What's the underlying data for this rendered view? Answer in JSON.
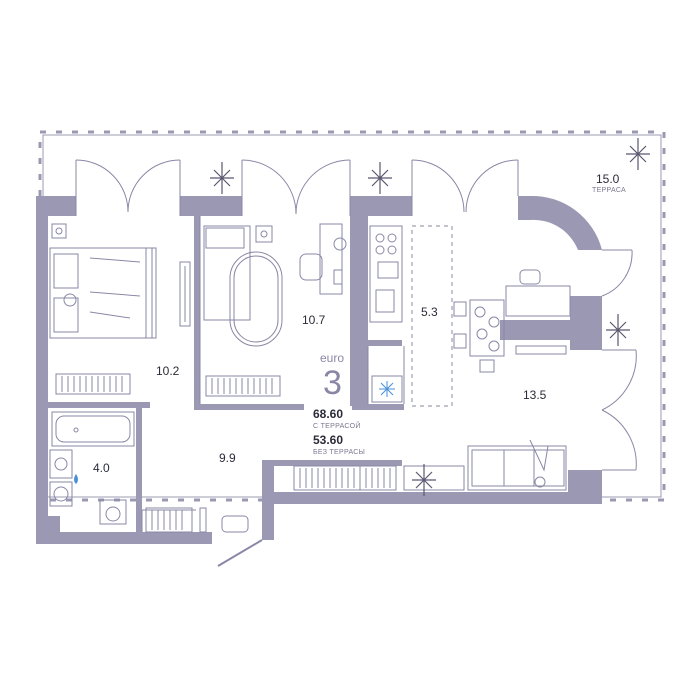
{
  "plan": {
    "type": "euro",
    "rooms_count": "3",
    "area_with_terrace": "68.60",
    "label_with_terrace": "С ТЕРРАСОЙ",
    "area_without_terrace": "53.60",
    "label_without_terrace": "БЕЗ ТЕРРАСЫ"
  },
  "rooms": {
    "terrace_area": "15.0",
    "terrace_label": "ТЕРРАСА",
    "bedroom1": "10.2",
    "bedroom2": "10.7",
    "kitchen": "5.3",
    "living": "13.5",
    "hall": "9.9",
    "bath": "4.0"
  },
  "colors": {
    "wall": "#9b98b3",
    "line": "#8a87a6",
    "text": "#2b2b3a"
  }
}
